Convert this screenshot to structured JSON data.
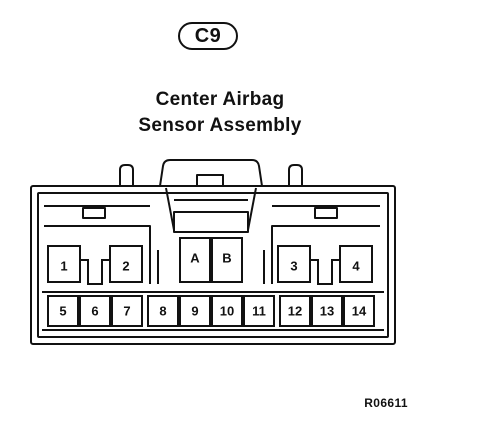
{
  "connector": {
    "id": "C9",
    "title_line1": "Center Airbag",
    "title_line2": "Sensor Assembly",
    "figure_code": "R06611",
    "top_row_pins": [
      "1",
      "2",
      "A",
      "B",
      "3",
      "4"
    ],
    "bottom_row_pins": [
      "5",
      "6",
      "7",
      "8",
      "9",
      "10",
      "11",
      "12",
      "13",
      "14"
    ]
  }
}
